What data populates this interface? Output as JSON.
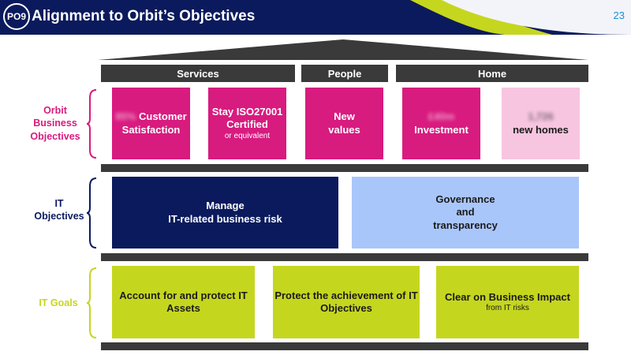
{
  "header": {
    "badge": "PO9",
    "title": "Alignment to Orbit’s Objectives",
    "slide_number": "23"
  },
  "columns": [
    "Services",
    "People",
    "Home"
  ],
  "rows": {
    "business": {
      "label_lines": [
        "Orbit",
        "Business",
        "Objectives"
      ],
      "color": "#d81b7f"
    },
    "it_objectives": {
      "label_lines": [
        "IT",
        "Objectives"
      ],
      "color": "#0b1a5c"
    },
    "it_goals": {
      "label": "IT Goals",
      "color": "#c5d61f"
    }
  },
  "business_boxes": [
    {
      "blurred": "85%",
      "text": "Customer",
      "line2": "Satisfaction"
    },
    {
      "line1": "Stay ISO27001",
      "line2": "Certified",
      "sub": "or equivalent"
    },
    {
      "line1": "New",
      "line2": "values"
    },
    {
      "blurred": "£40m",
      "line2": "Investment"
    },
    {
      "blurred": "1,726",
      "line2": "new homes"
    }
  ],
  "it_objectives": [
    {
      "line1": "Manage",
      "line2": "IT-related business risk"
    },
    {
      "line1": "Governance",
      "line2": "and",
      "line3": "transparency"
    }
  ],
  "it_goals": [
    {
      "line1": "Account for and protect IT",
      "line2": "Assets"
    },
    {
      "line1": "Protect the achievement of IT",
      "line2": "Objectives"
    },
    {
      "line1": "Clear on Business Impact",
      "sub": "from IT risks"
    }
  ],
  "colors": {
    "navy": "#0b1a5c",
    "magenta": "#d81b7f",
    "light_pink": "#f7c5e0",
    "light_blue": "#a9c6fa",
    "lime": "#c5d61f",
    "shelf_grey": "#3a3a3a"
  }
}
